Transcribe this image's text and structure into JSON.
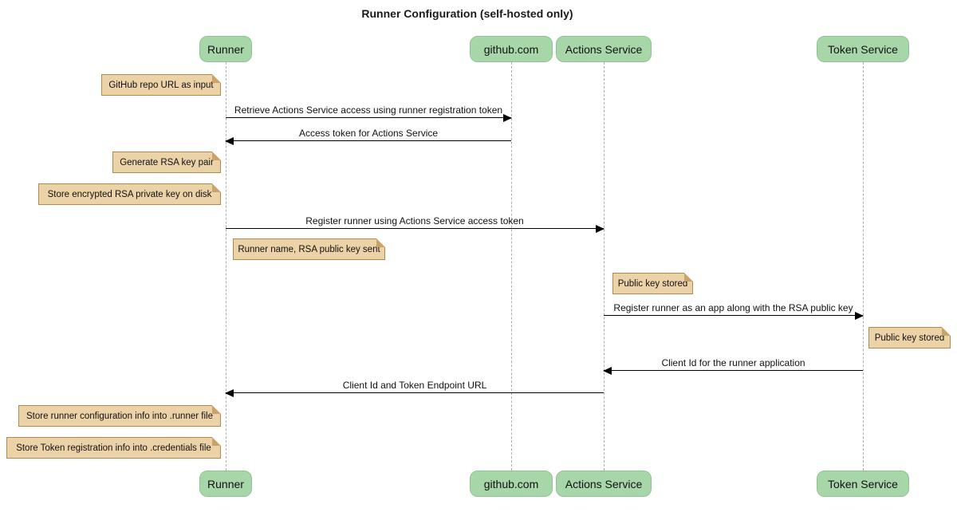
{
  "title": "Runner Configuration (self-hosted only)",
  "participants": [
    {
      "id": "runner",
      "label": "Runner"
    },
    {
      "id": "github",
      "label": "github.com"
    },
    {
      "id": "actions-service",
      "label": "Actions Service"
    },
    {
      "id": "token-service",
      "label": "Token Service"
    }
  ],
  "notes": [
    {
      "text": "GitHub repo URL as input",
      "over": "Runner",
      "side": "left"
    },
    {
      "text": "Generate RSA key pair",
      "over": "Runner",
      "side": "left"
    },
    {
      "text": "Store encrypted RSA private key on disk",
      "over": "Runner",
      "side": "left"
    },
    {
      "text": "Runner name, RSA public key sent",
      "over": "Runner",
      "side": "right"
    },
    {
      "text": "Public key stored",
      "over": "Actions Service",
      "side": "right"
    },
    {
      "text": "Public key stored",
      "over": "Token Service",
      "side": "right"
    },
    {
      "text": "Store runner configuration info into .runner file",
      "over": "Runner",
      "side": "left"
    },
    {
      "text": "Store Token registration info into .credentials file",
      "over": "Runner",
      "side": "left"
    }
  ],
  "messages": [
    {
      "text": "Retrieve Actions Service access using runner registration token",
      "from": "Runner",
      "to": "github.com",
      "direction": "right"
    },
    {
      "text": "Access token for Actions Service",
      "from": "github.com",
      "to": "Runner",
      "direction": "left"
    },
    {
      "text": "Register runner using Actions Service access token",
      "from": "Runner",
      "to": "Actions Service",
      "direction": "right"
    },
    {
      "text": "Register runner as an app along with the RSA public key",
      "from": "Actions Service",
      "to": "Token Service",
      "direction": "right"
    },
    {
      "text": "Client Id for the runner application",
      "from": "Token Service",
      "to": "Actions Service",
      "direction": "left"
    },
    {
      "text": "Client Id and Token Endpoint URL",
      "from": "Actions Service",
      "to": "Runner",
      "direction": "left"
    }
  ],
  "colors": {
    "participant_fill": "#a7d7a9",
    "participant_border": "#8fc492",
    "note_fill": "#ecd2a7",
    "note_border": "#b08a50",
    "note_fold": "#c9a367",
    "lifeline": "#adadad",
    "arrow": "#000000"
  }
}
